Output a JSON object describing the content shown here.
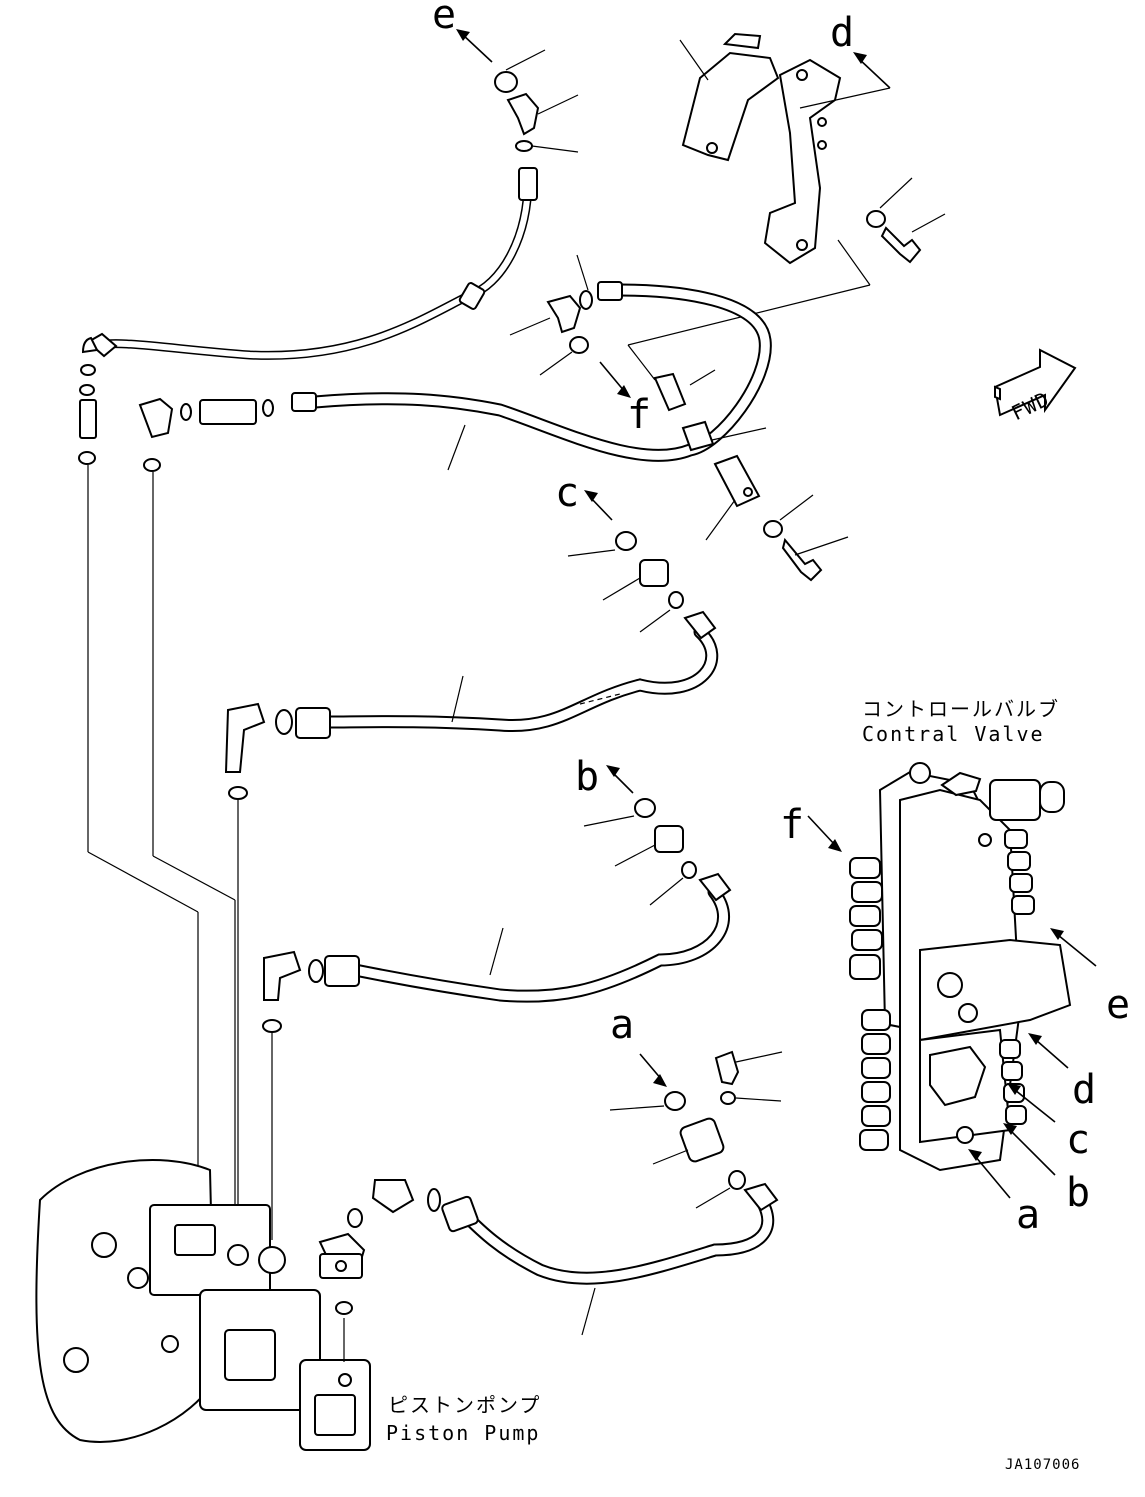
{
  "callouts": {
    "a": "a",
    "b": "b",
    "c": "c",
    "d": "d",
    "e": "e",
    "f": "f"
  },
  "components": {
    "control_valve_jp": "コントロールバルブ",
    "control_valve_en": "Contral Valve",
    "piston_pump_jp": "ピストンポンプ",
    "piston_pump_en": "Piston Pump"
  },
  "direction_marker": "FWD",
  "drawing_code": "JA107006"
}
